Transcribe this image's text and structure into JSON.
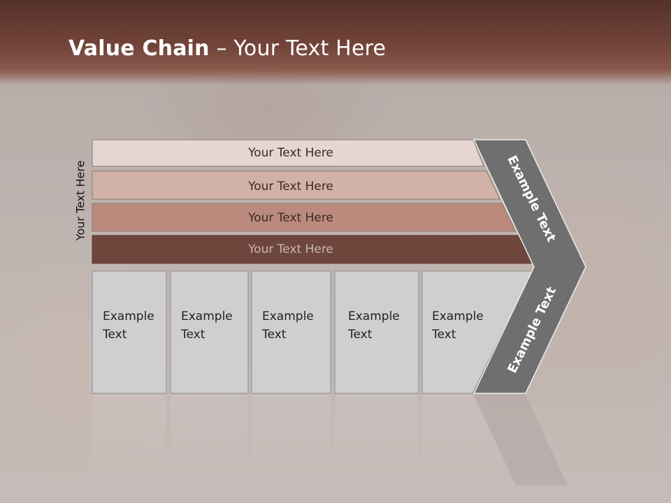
{
  "slide": {
    "title_bold": "Value Chain",
    "title_rest": " – Your Text Here",
    "side_label": "Your Text Here"
  },
  "bars": [
    {
      "label": "Your Text Here",
      "color": "#e6d6d2"
    },
    {
      "label": "Your Text Here",
      "color": "#d2b2a7"
    },
    {
      "label": "Your Text Here",
      "color": "#bb8a7d"
    },
    {
      "label": "Your Text Here",
      "color": "#6e463c"
    }
  ],
  "cells": [
    {
      "line1": "Example",
      "line2": "Text"
    },
    {
      "line1": "Example",
      "line2": "Text"
    },
    {
      "line1": "Example",
      "line2": "Text"
    },
    {
      "line1": "Example",
      "line2": "Text"
    },
    {
      "line1": "Example",
      "line2": "Text"
    }
  ],
  "chevron": {
    "upper_text": "Example Text",
    "lower_text": "Example Text",
    "color": "#6f6f6f"
  }
}
